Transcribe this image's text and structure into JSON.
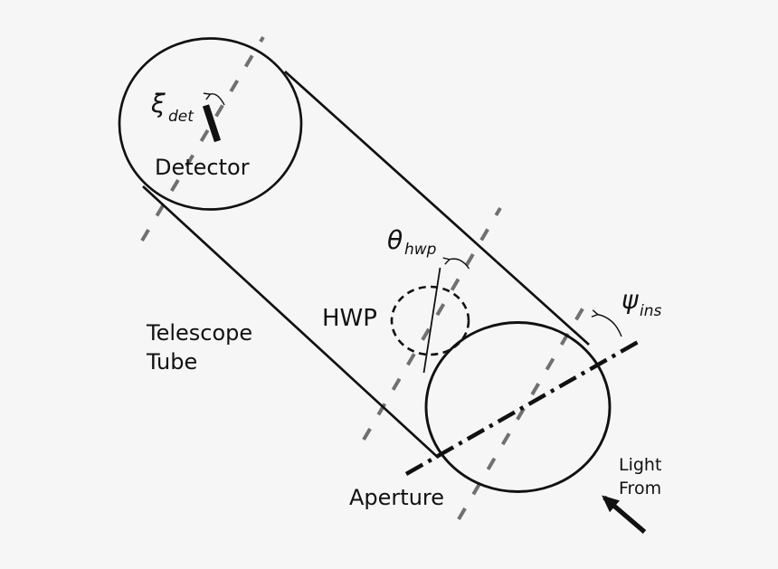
{
  "colors": {
    "background": "#f6f6f6",
    "ink": "#111111",
    "reference_axis_gray": "#707070"
  },
  "labels": {
    "detector": "Detector",
    "telescope_tube_line1": "Telescope",
    "telescope_tube_line2": "Tube",
    "hwp": "HWP",
    "aperture": "Aperture",
    "light_line1": "Light",
    "light_line2": "From"
  },
  "angles": {
    "detector_symbol": "ξ",
    "detector_subscript": "det",
    "hwp_symbol": "θ",
    "hwp_subscript": "hwp",
    "instrument_symbol": "ψ",
    "instrument_subscript": "ins"
  },
  "icons": {
    "xi_rotation_arrow": "curved-ccw-arrow",
    "theta_rotation_arrow": "curved-ccw-arrow",
    "psi_rotation_arrow": "curved-ccw-arrow",
    "light_direction_arrow": "solid-arrow-up-left"
  }
}
